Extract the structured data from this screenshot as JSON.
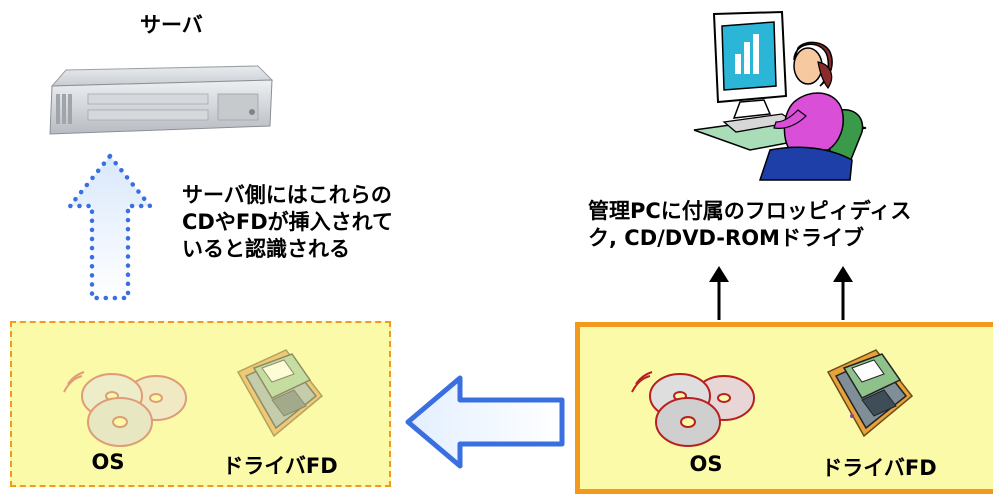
{
  "server": {
    "title": "サーバ",
    "recognition_lines": [
      "サーバ側にはこれらの",
      "CDやFDが挿入されて",
      "いると認識される"
    ]
  },
  "admin_pc": {
    "caption_lines": [
      "管理PCに付属のフロッピィディス",
      "ク, CD/DVD-ROMドライブ"
    ]
  },
  "left_box": {
    "os_label": "OS",
    "fd_label": "ドライバFD"
  },
  "right_box": {
    "os_label": "OS",
    "fd_label": "ドライバFD"
  },
  "colors": {
    "box_fill": "#fbfaa8",
    "box_border": "#f39a1e",
    "blue_arrow_border": "#3a6fe0",
    "dotted_arrow": "#3a6fe0"
  }
}
